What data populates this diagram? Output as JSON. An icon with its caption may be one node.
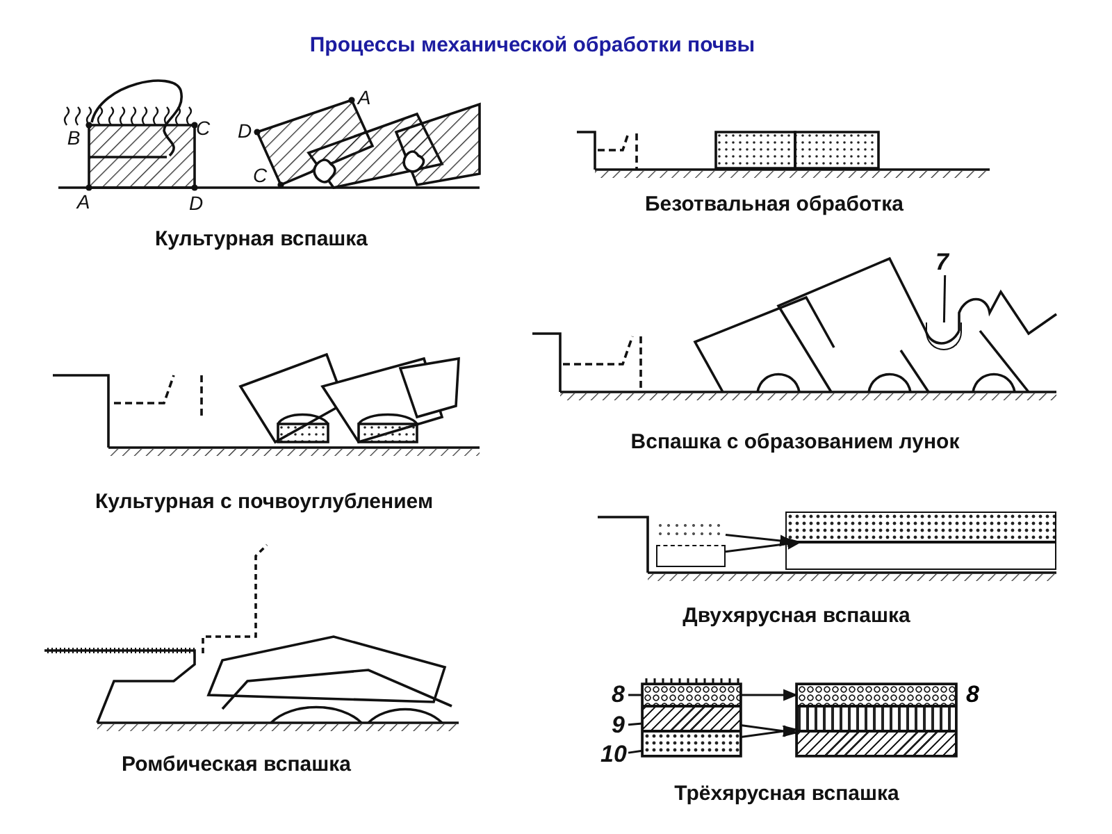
{
  "diagram": {
    "title": "Процессы механической обработки почвы",
    "nodes": [
      {
        "text": [
          "7"
        ]
      },
      {
        "text": [],
        "shape": "circle"
      },
      {
        "text": [
          "8"
        ]
      },
      {
        "text": [
          "9"
        ]
      },
      {
        "text": [
          "10"
        ]
      },
      {
        "text": [],
        "shape": "bar"
      },
      {
        "text": [],
        "shape": "bar"
      },
      {
        "text": [],
        "shape": "bar"
      },
      {
        "text": [],
        "shape": "bar",
        "beside": [
          "8"
        ]
      },
      {
        "text": [],
        "shape": "bar"
      },
      {
        "text": [],
        "shape": "bar"
      },
      {
        "text": [],
        "shape": "bar"
      },
      {
        "text": [],
        "shape": "bar"
      },
      {
        "text": [],
        "shape": "bar"
      },
      {
        "text": [],
        "shape": "bar"
      }
    ],
    "edges": [
      {
        "from": 0,
        "to": 1,
        "arrow": "none"
      },
      {
        "from": 2,
        "to": 5,
        "arrow": "none"
      },
      {
        "from": 3,
        "to": 6,
        "arrow": "none"
      },
      {
        "from": 4,
        "to": 7,
        "arrow": "none"
      },
      {
        "from": 5,
        "to": 8,
        "arrow": "to"
      },
      {
        "from": 6,
        "to": 10,
        "arrow": "to"
      },
      {
        "from": 7,
        "to": 9,
        "arrow": "to"
      },
      {
        "from": 11,
        "to": 14,
        "arrow": "to"
      },
      {
        "from": 12,
        "to": 13,
        "arrow": "to"
      }
    ],
    "labels": [
      "A",
      "B",
      "C",
      "D",
      "A",
      "D",
      "C",
      "Безотвальная обработка",
      "Культурная вспашка",
      "Вспашка с образованием лунок",
      "Культурная с почвоуглублением",
      "Двухярусная вспашка",
      "Ромбическая вспашка",
      "Трёхярусная вспашка"
    ]
  }
}
